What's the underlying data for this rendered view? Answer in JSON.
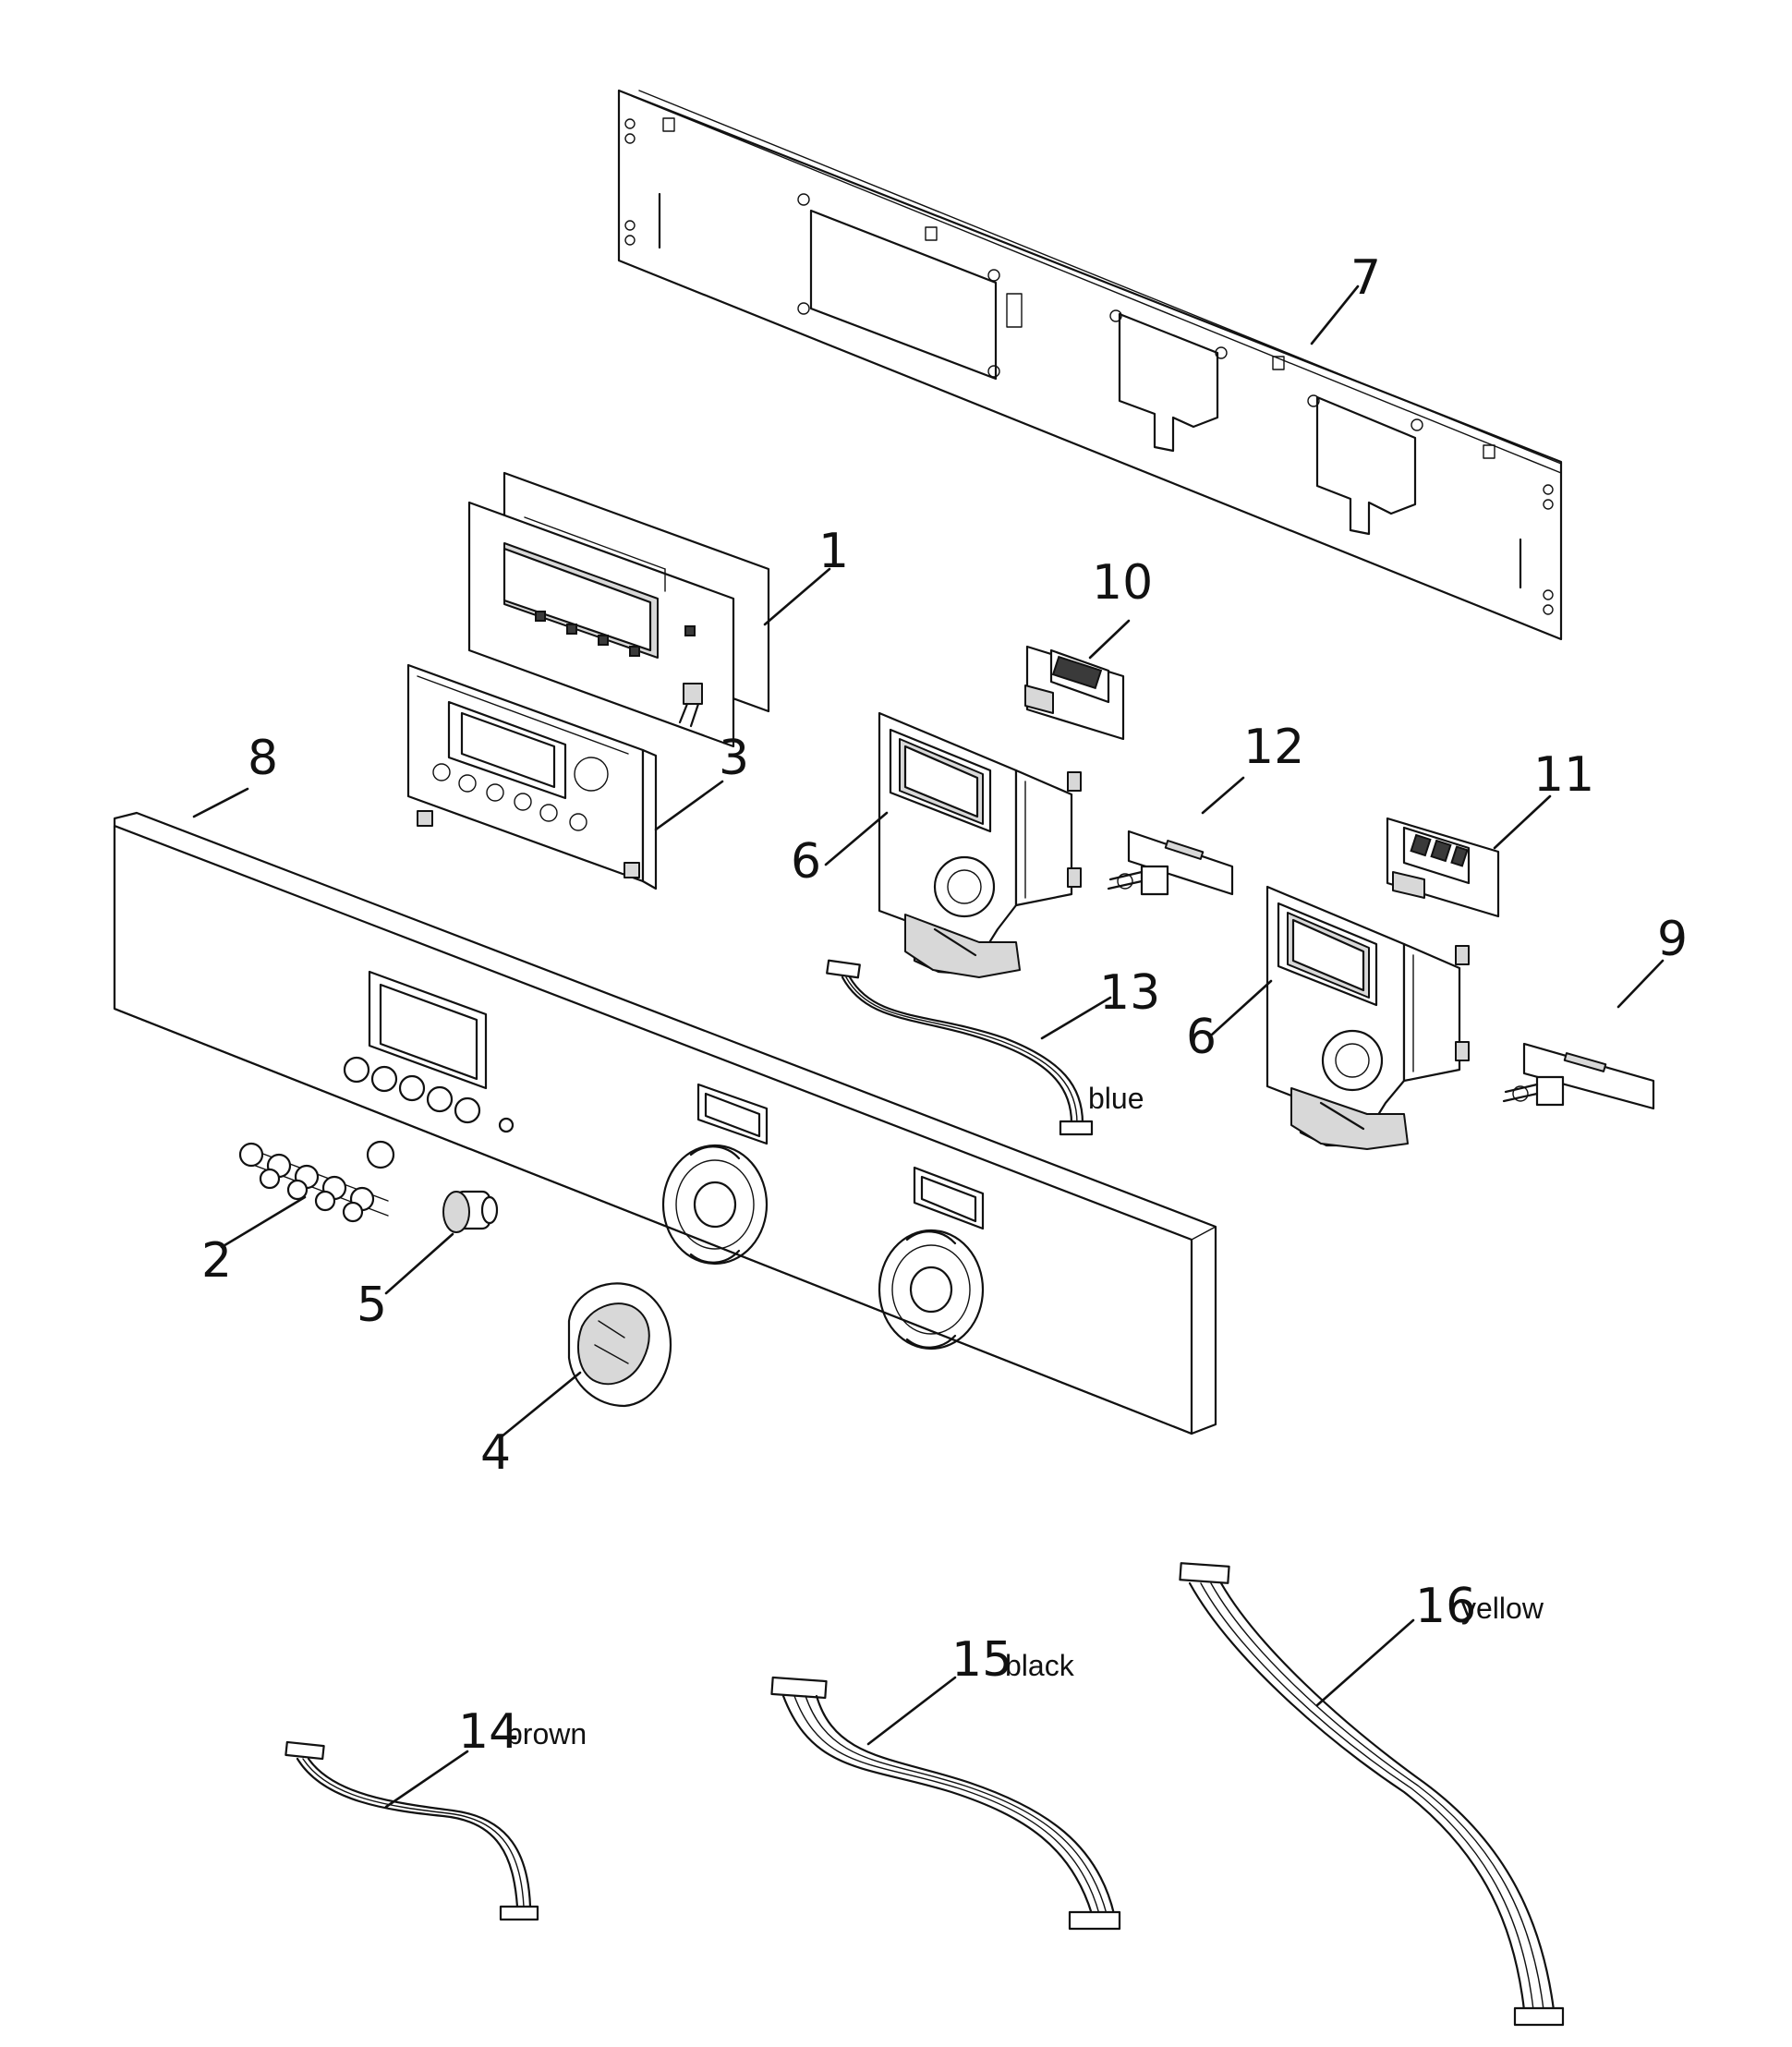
{
  "diagram": {
    "callouts": {
      "c1": "1",
      "c2": "2",
      "c3": "3",
      "c4": "4",
      "c5": "5",
      "c6a": "6",
      "c6b": "6",
      "c7": "7",
      "c8": "8",
      "c9": "9",
      "c10": "10",
      "c11": "11",
      "c12": "12",
      "c13": "13",
      "c14": "14",
      "c15": "15",
      "c16": "16"
    },
    "wire_colors": {
      "w13": "blue",
      "w14": "brown",
      "w15": "black",
      "w16": "yellow"
    }
  }
}
